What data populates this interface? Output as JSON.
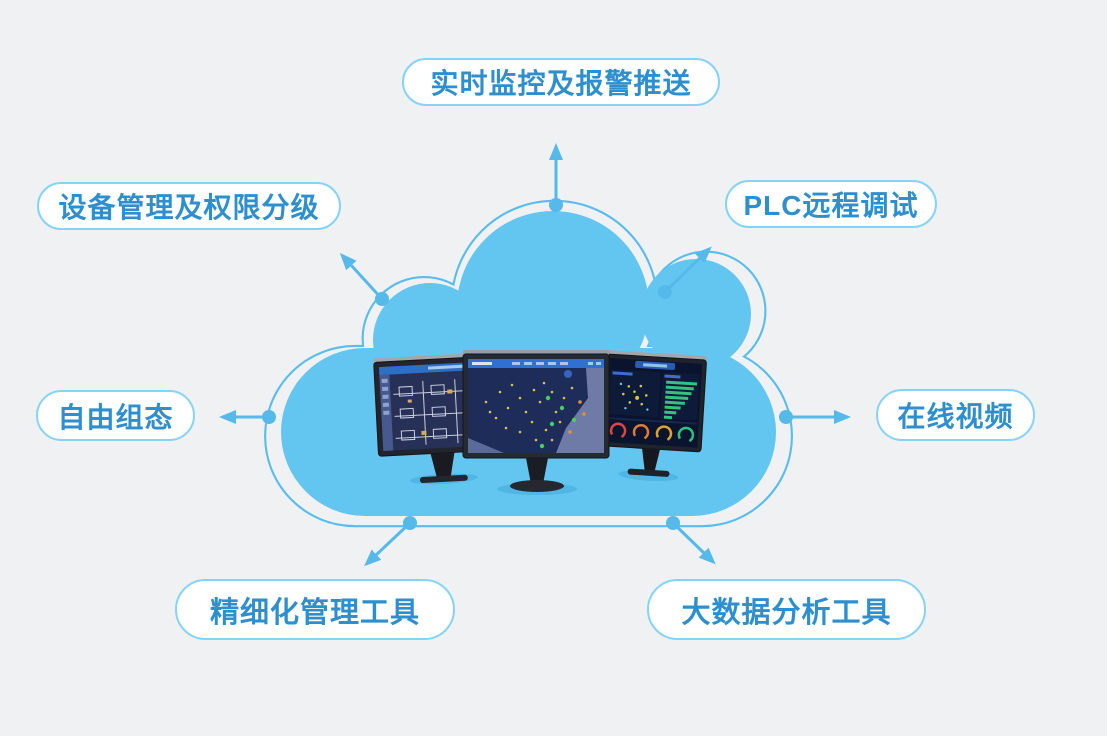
{
  "background_color": "#f0f1f2",
  "cloud": {
    "fill_color": "#63c6f1",
    "outline_color": "#58bdee",
    "connector_color": "#55b9ea"
  },
  "pill_style": {
    "background": "#ffffff",
    "border_color": "#85d3f6",
    "text_color": "#2e8fce"
  },
  "features": [
    {
      "position": "top",
      "label": "实时监控及报警推送"
    },
    {
      "position": "top-left",
      "label": "设备管理及权限分级"
    },
    {
      "position": "top-right",
      "label": "PLC远程调试"
    },
    {
      "position": "left",
      "label": "自由组态"
    },
    {
      "position": "right",
      "label": "在线视频"
    },
    {
      "position": "bottom-left",
      "label": "精细化管理工具"
    },
    {
      "position": "bottom-right",
      "label": "大数据分析工具"
    }
  ],
  "monitors": [
    {
      "position": "left",
      "name": "scada-schematic-monitor"
    },
    {
      "position": "center",
      "name": "china-map-monitor"
    },
    {
      "position": "right",
      "name": "analytics-dashboard-monitor"
    }
  ]
}
